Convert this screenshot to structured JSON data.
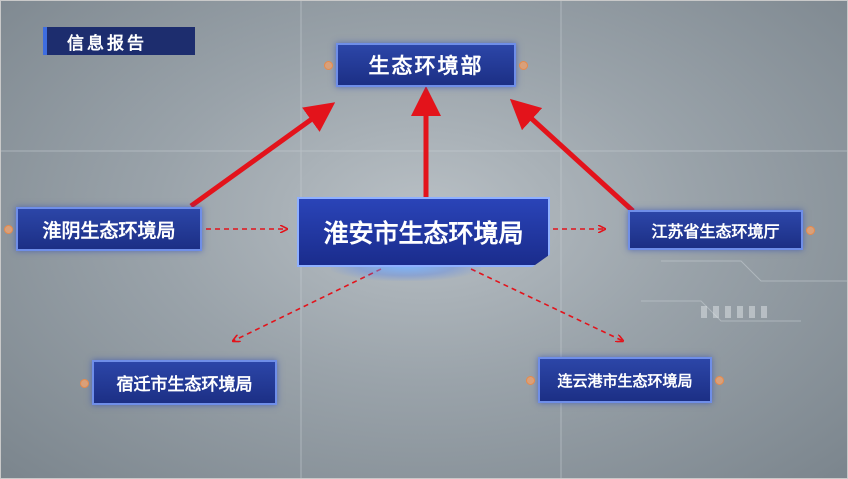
{
  "header": {
    "tag_label": "信息报告"
  },
  "nodes": {
    "top": "生态环境部",
    "left": "淮阴生态环境局",
    "center": "淮安市生态环境局",
    "right": "江苏省生态环境厅",
    "bottom_left": "宿迁市生态环境局",
    "bottom_right": "连云港市生态环境局"
  },
  "colors": {
    "node_fill": "#1f3590",
    "node_border": "#6f8ee8",
    "arrow_red": "#e3131b",
    "background": "#9aa3aa"
  }
}
